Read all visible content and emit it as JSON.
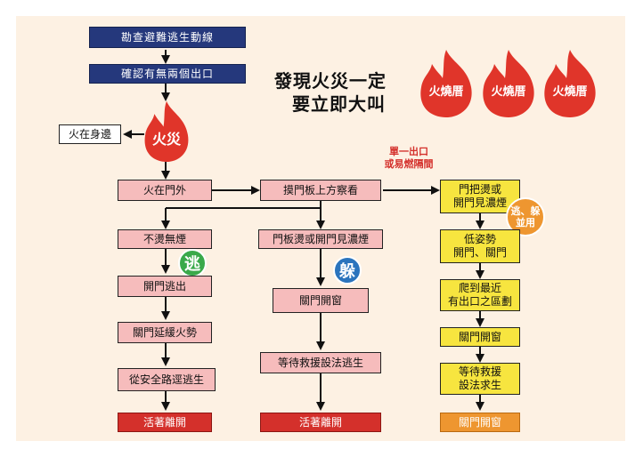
{
  "headline": {
    "line1": "發現火災一定",
    "line2": "要立即大叫"
  },
  "shout_flames": [
    "火燒厝",
    "火燒厝",
    "火燒厝"
  ],
  "top_flow": {
    "step1": "勘查避難逃生動線",
    "step2": "確認有無兩個出口",
    "fire_label": "火災",
    "fire_on_body": "火在身邊"
  },
  "main_row": {
    "fire_outside": "火在門外",
    "touch_door": "摸門板上方察看"
  },
  "single_exit_note": "單一出口\n或易燃隔間",
  "escape_column": {
    "badge": "逃",
    "steps": [
      "不燙無煙",
      "開門逃出",
      "關門延緩火勢",
      "從安全路逕逃生"
    ],
    "result": "活著離開"
  },
  "hide_column": {
    "badge": "躲",
    "steps": [
      "門板燙或開門見濃煙",
      "關門開窗",
      "等待救援設法逃生"
    ],
    "result": "活著離開"
  },
  "mixed_column": {
    "badge": "逃、躲\n並用",
    "steps": [
      "門把燙或\n開門見濃煙",
      "低姿勢\n開門、關門",
      "爬到最近\n有出口之區劃",
      "關門開窗",
      "等待救援\n設法求生"
    ],
    "result": "關門開窗"
  },
  "colors": {
    "background": "#fdf1e3",
    "box_pink": "#f6bcbc",
    "box_yellow": "#f7e53f",
    "box_navy": "#25387c",
    "result_red": "#d4302b",
    "result_orange": "#ee9630",
    "badge_green": "#3aa94a",
    "badge_blue": "#2b74bd",
    "badge_orange": "#ee9630",
    "flame_red": "#e0352a"
  },
  "icons": [
    "flame-icon",
    "arrow-icon"
  ]
}
